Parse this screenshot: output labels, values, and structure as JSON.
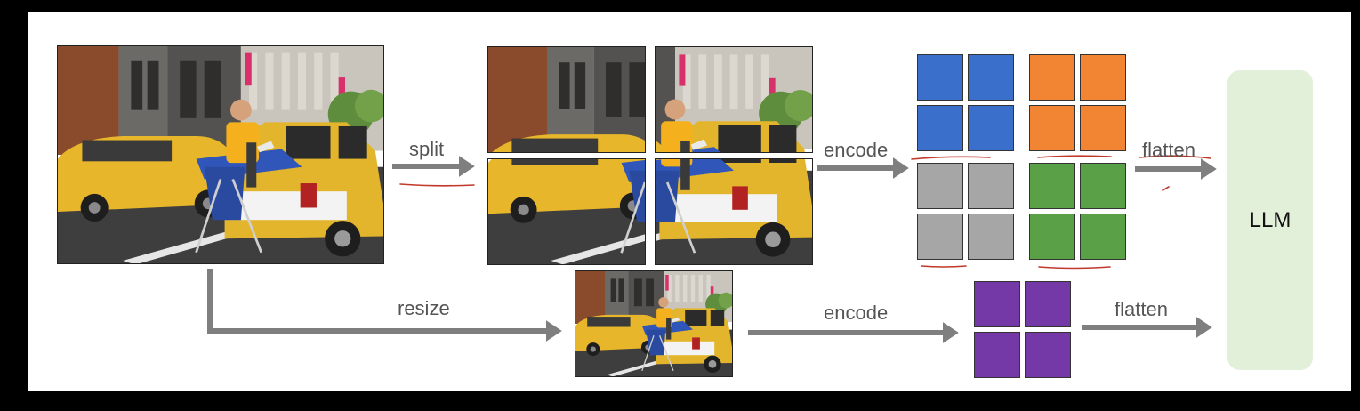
{
  "labels": {
    "split": "split",
    "encode_top": "encode",
    "flatten_top": "flatten",
    "resize": "resize",
    "encode_bottom": "encode",
    "flatten_bottom": "flatten",
    "llm": "LLM"
  },
  "colors": {
    "blue": "#3a6fcb",
    "orange": "#f28534",
    "gray": "#a6a6a6",
    "green": "#5aa046",
    "purple": "#7439a6",
    "arrow": "#7f7f7f",
    "annotation": "#c0392b",
    "llm_box": "#e2efd9"
  },
  "tile_groups": [
    {
      "name": "blue-tile-group",
      "color": "blue"
    },
    {
      "name": "orange-tile-group",
      "color": "orange"
    },
    {
      "name": "gray-tile-group",
      "color": "gray"
    },
    {
      "name": "green-tile-group",
      "color": "green"
    },
    {
      "name": "purple-tile-group",
      "color": "purple"
    }
  ],
  "photos": [
    {
      "name": "original-image",
      "view": "full"
    },
    {
      "name": "split-crop-top-left",
      "view": "tl"
    },
    {
      "name": "split-crop-top-right",
      "view": "tr"
    },
    {
      "name": "split-crop-bottom-left",
      "view": "bl"
    },
    {
      "name": "split-crop-bottom-right",
      "view": "br"
    },
    {
      "name": "resized-image",
      "view": "full"
    }
  ]
}
